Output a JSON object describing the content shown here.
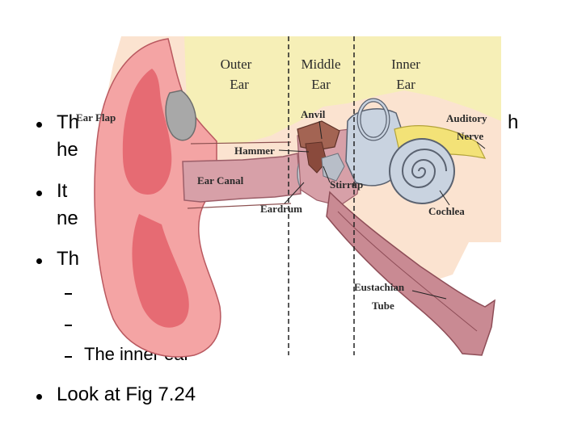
{
  "slide": {
    "bullets": [
      {
        "visible_start": "Th",
        "visible_end": "h"
      },
      {
        "visible_start": "he"
      },
      {
        "visible_start": "It"
      },
      {
        "visible_start": "ne"
      },
      {
        "visible_start": "Th"
      },
      {
        "text": "Look at Fig 7.24"
      }
    ],
    "sub_bullets": [
      {
        "visible_text": ""
      },
      {
        "visible_text": ""
      },
      {
        "visible_text": "The inner ear"
      }
    ]
  },
  "diagram": {
    "headers": {
      "outer": [
        "Outer",
        "Ear"
      ],
      "middle": [
        "Middle",
        "Ear"
      ],
      "inner": [
        "Inner",
        "Ear"
      ]
    },
    "labels": {
      "ear_flap": "Ear Flap",
      "anvil": "Anvil",
      "hammer": "Hammer",
      "ear_canal": "Ear Canal",
      "stirrup": "Stirrup",
      "eardrum": "Eardrum",
      "auditory_nerve": [
        "Auditory",
        "Nerve"
      ],
      "cochlea": "Cochlea",
      "eustachian_tube": [
        "Eustachian",
        "Tube"
      ]
    },
    "colors": {
      "skin": "#fbe3d0",
      "flesh": "#f4a4a4",
      "cartilage": "#e66b73",
      "canal": "#d7a0a8",
      "bone": "#f6efb7",
      "inner_ear": "#c9d3e0",
      "ossicle": "#a36453"
    }
  }
}
